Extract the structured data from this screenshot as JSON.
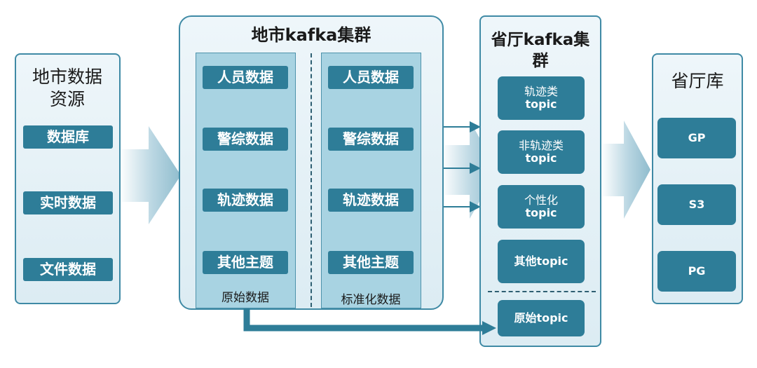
{
  "city_source": {
    "title": "地市数据资源",
    "items": [
      "数据库",
      "实时数据",
      "文件数据"
    ]
  },
  "city_kafka": {
    "title": "地市kafka集群",
    "raw": {
      "label": "原始数据",
      "items": [
        "人员数据",
        "警综数据",
        "轨迹数据",
        "其他主题"
      ]
    },
    "std": {
      "label": "标准化数据",
      "items": [
        "人员数据",
        "警综数据",
        "轨迹数据",
        "其他主题"
      ]
    }
  },
  "province_kafka": {
    "title": "省厅kafka集群",
    "topics": [
      {
        "line1": "轨迹类",
        "line2": "topic"
      },
      {
        "line1": "非轨迹类",
        "line2": "topic"
      },
      {
        "line1": "个性化",
        "line2": "topic"
      },
      {
        "line1": "其他topic",
        "line2": ""
      }
    ],
    "raw_topic": "原始topic"
  },
  "province_db": {
    "title": "省厅库",
    "items": [
      "GP",
      "S3",
      "PG"
    ]
  },
  "colors": {
    "chip": "#2e7d98",
    "panel_border": "#3f8aa5",
    "column_fill": "#a8d3e2"
  }
}
